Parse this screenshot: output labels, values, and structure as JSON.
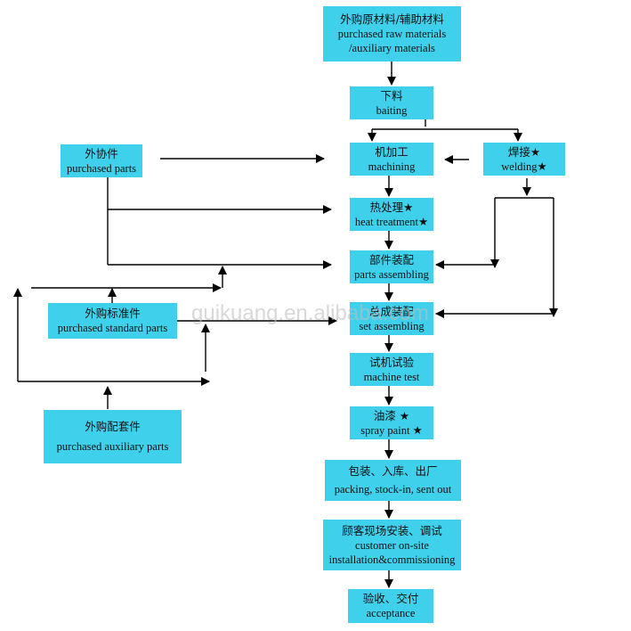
{
  "boxes": {
    "raw": {
      "cn": "外购原材料/辅助材料",
      "en1": "purchased raw materials",
      "en2": "/auxiliary materials"
    },
    "baiting": {
      "cn": "下料",
      "en": "baiting"
    },
    "machining": {
      "cn": "机加工",
      "en": "machining"
    },
    "welding": {
      "cn": "焊接★",
      "en": "welding★"
    },
    "outsourced": {
      "cn": "外协件",
      "en": "purchased parts"
    },
    "heat": {
      "cn": "热处理★",
      "en": "heat treatment★"
    },
    "parts_asm": {
      "cn": "部件装配",
      "en": "parts assembling"
    },
    "std_parts": {
      "cn": "外购标准件",
      "en": "purchased standard parts"
    },
    "set_asm": {
      "cn": "总成装配",
      "en": "set assembling"
    },
    "test": {
      "cn": "试机试验",
      "en": "machine test"
    },
    "paint": {
      "cn": "油漆 ★",
      "en": "spray paint ★"
    },
    "aux_parts": {
      "cn": "外购配套件",
      "en": "purchased auxiliary parts"
    },
    "packing": {
      "cn": "包装、入库、出厂",
      "en": "packing, stock-in, sent out"
    },
    "install": {
      "cn": "顾客现场安装、调试",
      "en1": "customer on-site",
      "en2": "installation&commissioning"
    },
    "accept": {
      "cn": "验收、交付",
      "en": "acceptance"
    }
  },
  "watermark": "guikuang.en.alibaba.com",
  "colors": {
    "box_fill": "#3fd0ec",
    "line": "#000000"
  }
}
